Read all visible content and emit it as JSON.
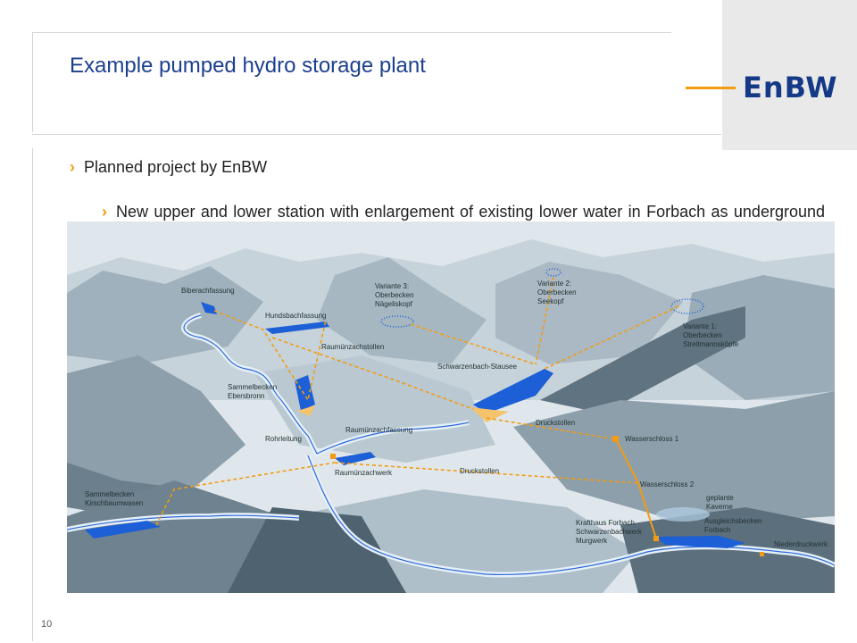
{
  "slide": {
    "title": "Example pumped hydro storage plant",
    "page_number": "10",
    "logo_text": "EnBW",
    "bullets": [
      "Planned project by EnBW",
      "New upper and lower station with enlargement of existing lower water in Forbach as underground cavern storage"
    ],
    "bullet_marker": "›"
  },
  "map": {
    "labels": {
      "biberachfassung": "Biberachfassung",
      "hundsbachfassung": "Hundsbachfassung",
      "variante3_a": "Variante 3:",
      "variante3_b": "Oberbecken",
      "variante3_c": "Nägeliskopf",
      "variante2_a": "Variante 2:",
      "variante2_b": "Oberbecken",
      "variante2_c": "Seekopf",
      "variante1_a": "Variante 1:",
      "variante1_b": "Oberbecken",
      "variante1_c": "Streitmannsköpfe",
      "raumuenzachstollen": "Raumünzachstollen",
      "schwarzenbach": "Schwarzenbach-Stausee",
      "sammel_eb_a": "Sammelbecken",
      "sammel_eb_b": "Ebersbronn",
      "druckstollen1": "Druckstollen",
      "wasserschloss1": "Wasserschloss 1",
      "rohrleitung": "Rohrleitung",
      "raumuenzachfassung": "Raumünzachfassung",
      "druckstollen2": "Druckstollen",
      "raumuenzachwerk": "Raumünzachwerk",
      "wasserschloss2": "Wasserschloss 2",
      "sammel_kb_a": "Sammelbecken",
      "sammel_kb_b": "Kirschbaumwasen",
      "kaverne_a": "geplante",
      "kaverne_b": "Kaverne",
      "krafthaus_a": "Krafthaus Forbach",
      "krafthaus_b": "Schwarzenbachwerk",
      "krafthaus_c": "Murgwerk",
      "ausgleich_a": "Ausgleichsbecken",
      "ausgleich_b": "Forbach",
      "niederdruckwerk": "Niederdruckwerk"
    },
    "colors": {
      "water": "#1d5fd6",
      "tunnel": "#f39c12",
      "mountain_dark": "#5f7381",
      "mountain_mid": "#8c9fab",
      "mountain_light": "#b9c8d1",
      "sky": "#dfe7ec"
    }
  }
}
